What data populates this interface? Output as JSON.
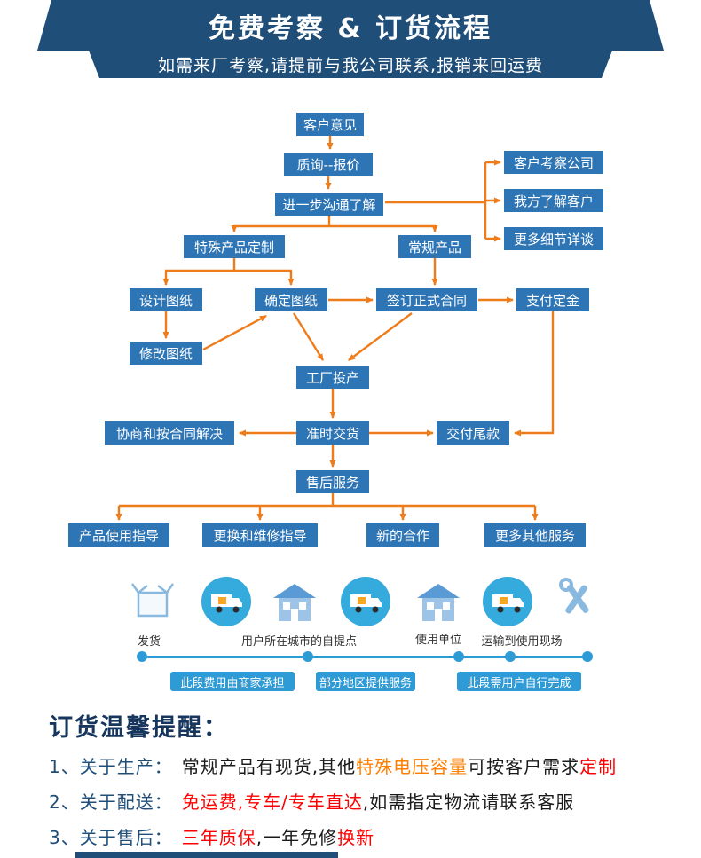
{
  "header": {
    "title": "免费考察 & 订货流程",
    "subtitle": "如需来厂考察,请提前与我公司联系,报销来回运费"
  },
  "flow": {
    "nodes": [
      {
        "label": "客户意见"
      },
      {
        "label": "质询--报价"
      },
      {
        "label": "进一步沟通了解"
      },
      {
        "label": "客户考察公司"
      },
      {
        "label": "我方了解客户"
      },
      {
        "label": "更多细节详谈"
      },
      {
        "label": "特殊产品定制"
      },
      {
        "label": "常规产品"
      },
      {
        "label": "设计图纸"
      },
      {
        "label": "确定图纸"
      },
      {
        "label": "签订正式合同"
      },
      {
        "label": "支付定金"
      },
      {
        "label": "修改图纸"
      },
      {
        "label": "工厂投产"
      },
      {
        "label": "协商和按合同解决"
      },
      {
        "label": "准时交货"
      },
      {
        "label": "交付尾款"
      },
      {
        "label": "售后服务"
      },
      {
        "label": "产品使用指导"
      },
      {
        "label": "更换和维修指导"
      },
      {
        "label": "新的合作"
      },
      {
        "label": "更多其他服务"
      }
    ]
  },
  "logistics": {
    "stage_labels": [
      "发货",
      "用户所在城市的自提点",
      "使用单位",
      "运输到使用现场"
    ],
    "icons": [
      "package-icon",
      "truck-icon",
      "house-icon",
      "truck-icon",
      "house-icon",
      "truck-icon",
      "tools-icon"
    ],
    "segments": [
      "此段费用由商家承担",
      "部分地区提供服务",
      "此段需用户自行完成"
    ]
  },
  "reminder": {
    "title": "订货温馨提醒：",
    "items": [
      {
        "label": "1、关于生产：",
        "seg1": "常规产品有现货,其他",
        "seg2": "特殊电压容量",
        "seg3": "可按客户需求",
        "seg4": "定制"
      },
      {
        "label": "2、关于配送：",
        "seg1": "免运费,专车/专车直达",
        "seg2": ",如需指定物流请联系客服"
      },
      {
        "label": "3、关于售后：",
        "seg1": "三年质保",
        "seg2": ",一年免修",
        "seg3": "换新"
      }
    ]
  },
  "colors": {
    "header_bg": "#1f4e79",
    "node_bg": "#2e75b6",
    "arrow": "#ee7c1b",
    "timeline": "#2e9bd6",
    "highlight_red": "#ff0000",
    "highlight_orange": "#ff7e00"
  }
}
